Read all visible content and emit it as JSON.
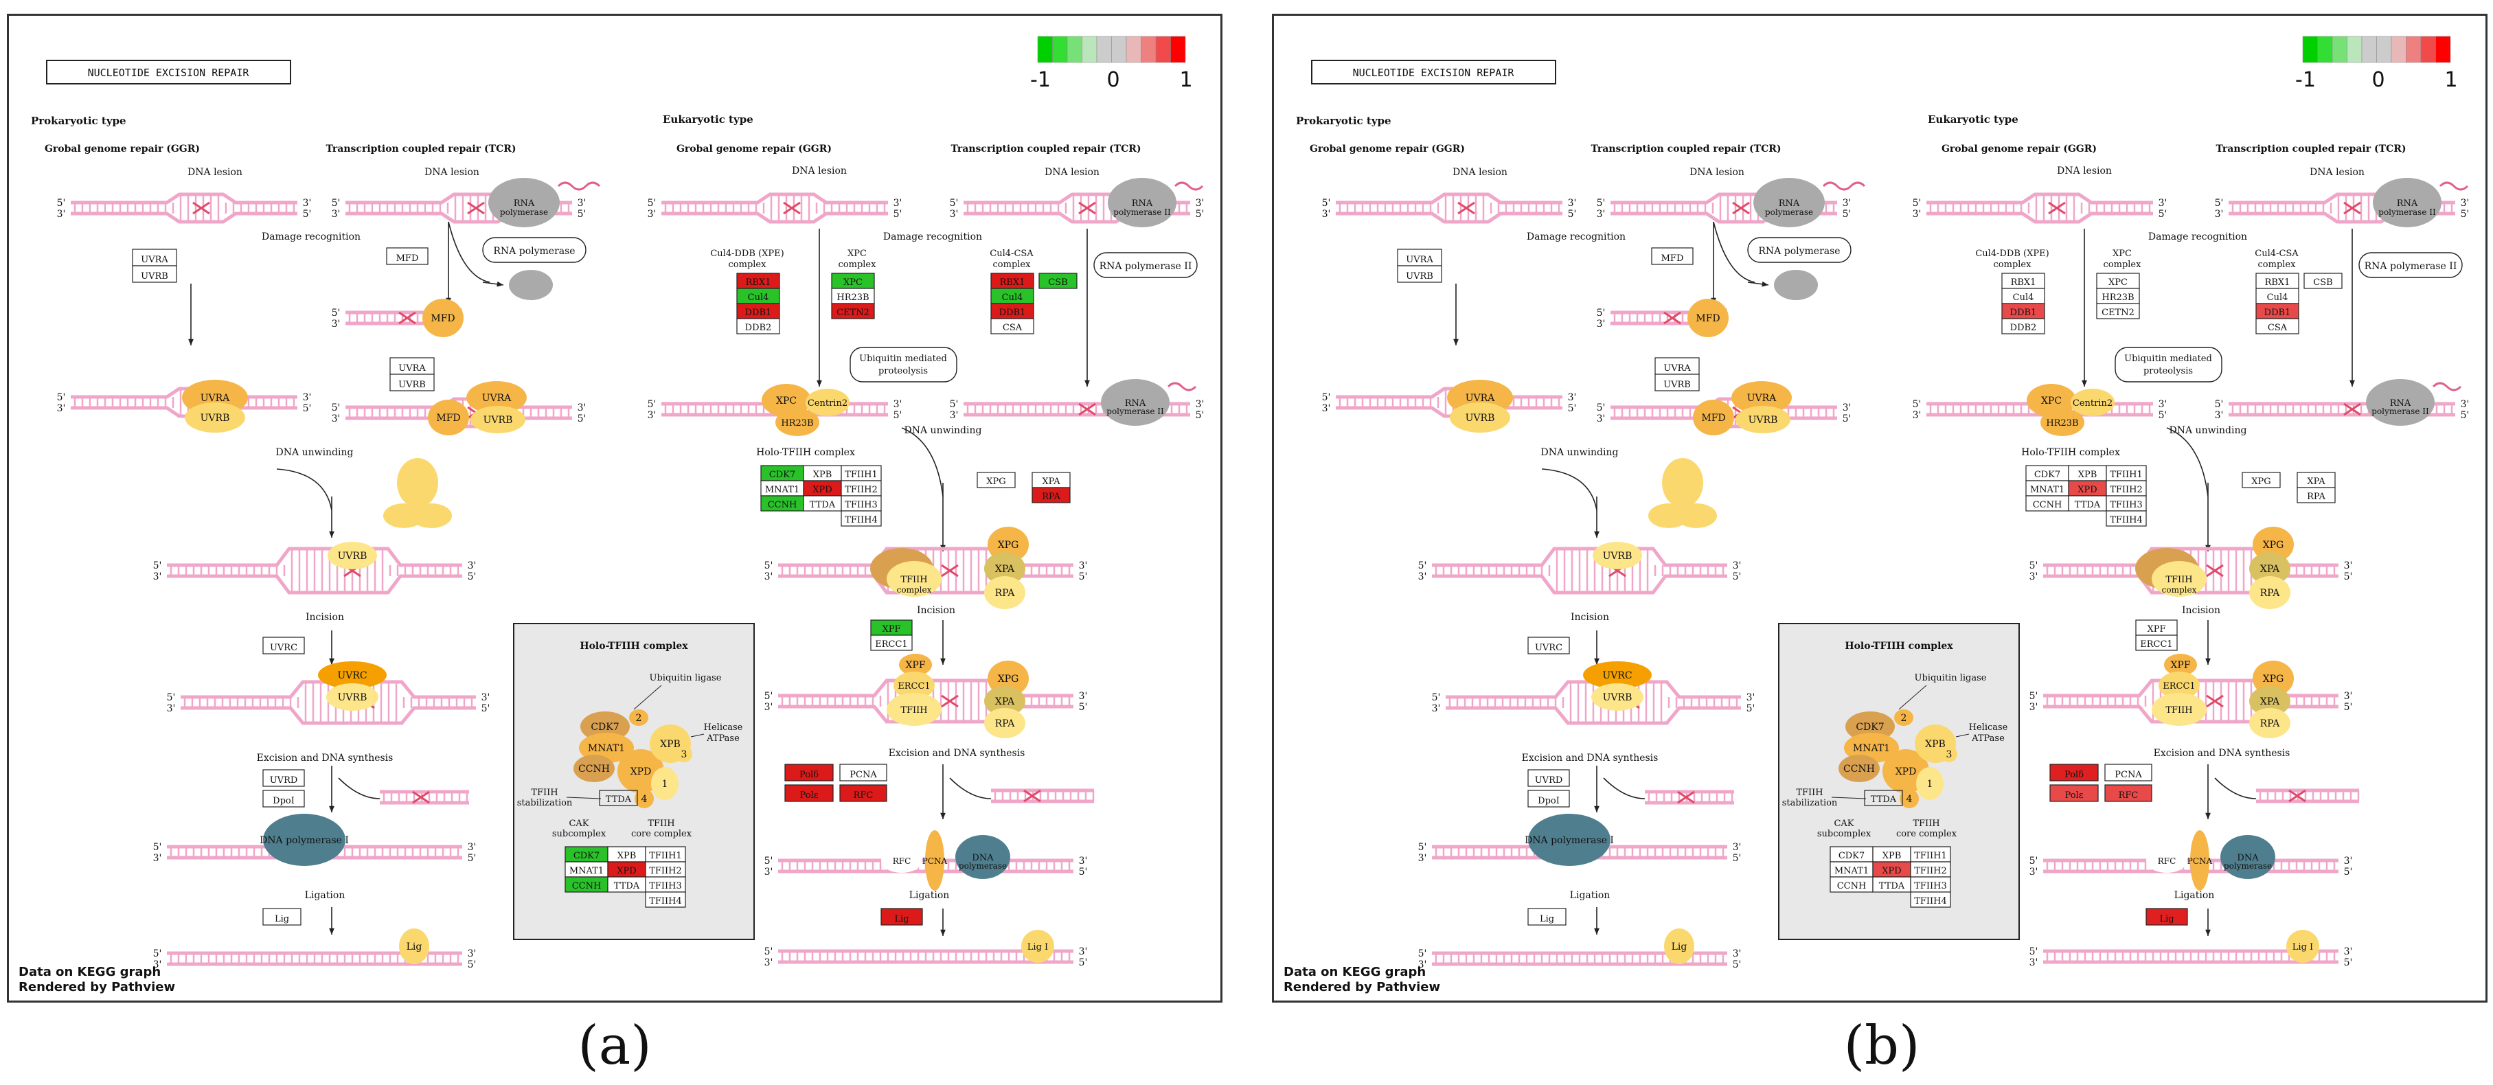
{
  "captions": [
    "(a)",
    "(b)"
  ],
  "common": {
    "title": "NUCLEOTIDE EXCISION REPAIR",
    "legend": {
      "min": "-1",
      "mid": "0",
      "max": "1"
    },
    "prokaryotic": "Prokaryotic type",
    "eukaryotic": "Eukaryotic type",
    "ggr": "Grobal genome repair (GGR)",
    "tcr": "Transcription coupled repair (TCR)",
    "dna_lesion": "DNA lesion",
    "damage_recognition": "Damage recognition",
    "rna_pol": "RNA polymerase",
    "rna_pol_ii": "RNA polymerase II",
    "dna_unwinding": "DNA unwinding",
    "incision": "Incision",
    "excision": "Excision and DNA synthesis",
    "ligation": "Ligation",
    "dna_pol_i": "DNA polymerase I",
    "dna_pol_de": "DNA polymerase δ/ε",
    "holo_tfiih": "Holo-TFIIH complex",
    "cul4_ddb": "Cul4-DDB (XPE) complex",
    "xpc_complex": "XPC complex",
    "cul4_csa": "Cul4-CSA complex",
    "ubiquitin_prot": "Ubiquitin mediated proteolysis",
    "ubiquitin_ligase": "Ubiquitin ligase",
    "helicase": "Helicase ATPase",
    "tfiih_stab": "TFIIH stabilization",
    "cak_sub": "CAK subcomplex",
    "tfiih_core": "TFIIH core complex",
    "footer1": "Data on KEGG graph",
    "footer2": "Rendered by Pathview",
    "labels": {
      "uvra": "UVRA",
      "uvrb": "UVRB",
      "uvrc": "UVRC",
      "uvrd": "UVRD",
      "mfd": "MFD",
      "dpoi": "DpoI",
      "lig": "Lig",
      "lig1": "Lig I",
      "xpc": "XPC",
      "centrin2": "Centrin2",
      "hr23b": "HR23B",
      "cetn2": "CETN2",
      "xpg": "XPG",
      "xpa": "XPA",
      "rpa": "RPA",
      "xpf": "XPF",
      "ercc1": "ERCC1",
      "tfiih": "TFIIH complex",
      "pcna": "PCNA",
      "rfc": "RFC",
      "pold": "Polδ",
      "pole": "Polε",
      "rbx1": "RBX1",
      "cul4": "Cul4",
      "ddb1": "DDB1",
      "ddb2": "DDB2",
      "csa": "CSA",
      "csb": "CSB",
      "cdk7": "CDK7",
      "mnat1": "MNAT1",
      "ccnh": "CCNH",
      "xpb": "XPB",
      "xpd": "XPD",
      "ttda": "TTDA",
      "tfiih1": "TFIIH1",
      "tfiih2": "TFIIH2",
      "tfiih3": "TFIIH3",
      "tfiih4": "TFIIH4",
      "n1": "1",
      "n2": "2",
      "n3": "3",
      "n4": "4"
    }
  },
  "panel_a": {
    "gene_colors": {
      "rbx1": "#dd1a1a",
      "cul4": "#29c229",
      "ddb1": "#dd1a1a",
      "ddb2": "#ffffff",
      "xpc": "#29c229",
      "hr23b": "#ffffff",
      "cetn2": "#dd1a1a",
      "rbx1_csa": "#dd1a1a",
      "cul4_csa": "#29c229",
      "ddb1_csa": "#dd1a1a",
      "csa": "#ffffff",
      "csb": "#29c229",
      "cdk7": "#29c229",
      "mnat1": "#ffffff",
      "ccnh": "#29c229",
      "xpb": "#ffffff",
      "xpd": "#dd1a1a",
      "ttda": "#ffffff",
      "xpg": "#ffffff",
      "xpa": "#ffffff",
      "rpa": "#dd1a1a",
      "xpf": "#29c229",
      "ercc1": "#ffffff",
      "pold": "#dd1a1a",
      "pcna": "#ffffff",
      "pole": "#dd1a1a",
      "rfc": "#dd1a1a",
      "lig": "#dd1a1a"
    }
  },
  "panel_b": {
    "gene_colors": {
      "rbx1": "#ffffff",
      "cul4": "#ffffff",
      "ddb1": "#e84a4a",
      "ddb2": "#ffffff",
      "xpc": "#ffffff",
      "hr23b": "#ffffff",
      "cetn2": "#ffffff",
      "rbx1_csa": "#ffffff",
      "cul4_csa": "#ffffff",
      "ddb1_csa": "#e84a4a",
      "csa": "#ffffff",
      "csb": "#ffffff",
      "cdk7": "#ffffff",
      "mnat1": "#ffffff",
      "ccnh": "#ffffff",
      "xpb": "#ffffff",
      "xpd": "#e84a4a",
      "ttda": "#ffffff",
      "xpg": "#ffffff",
      "xpa": "#ffffff",
      "rpa": "#ffffff",
      "xpf": "#ffffff",
      "ercc1": "#ffffff",
      "pold": "#e02020",
      "pcna": "#ffffff",
      "pole": "#e84a4a",
      "rfc": "#e84a4a",
      "lig": "#e02020"
    }
  }
}
